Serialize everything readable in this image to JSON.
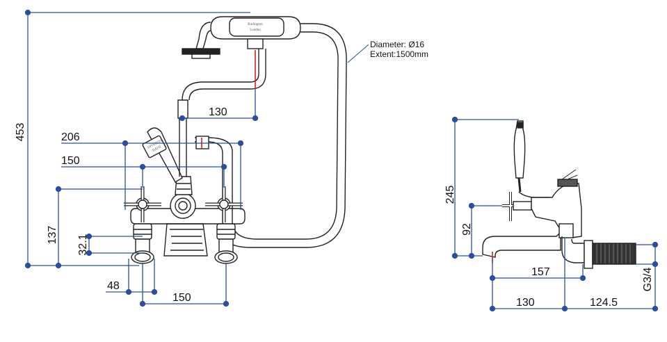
{
  "colors": {
    "dimension": "#2b4f9e",
    "outline": "#222222",
    "red_marker": "#d42020",
    "background": "#ffffff"
  },
  "front_view": {
    "dims": {
      "overall_height": "453",
      "outer_width": "206",
      "inner_width": "150",
      "handset_offset": "130",
      "valve_height": "137",
      "pipe_length": "32.1",
      "pipe_offset": "48",
      "centres": "150"
    },
    "hose_note": {
      "line1": "Diameter: Ø16",
      "line2": "Extent:1500mm"
    },
    "handset_brand": {
      "line1": "Burlington",
      "line2": "London"
    },
    "lever_brand": {
      "line1": "DIVERTER",
      "line2": "BATH"
    }
  },
  "side_view": {
    "dims": {
      "height": "245",
      "handle_height": "92",
      "spout_reach": "157",
      "spout_to_body": "130",
      "body_to_end": "124.5",
      "thread": "G3/4"
    }
  }
}
